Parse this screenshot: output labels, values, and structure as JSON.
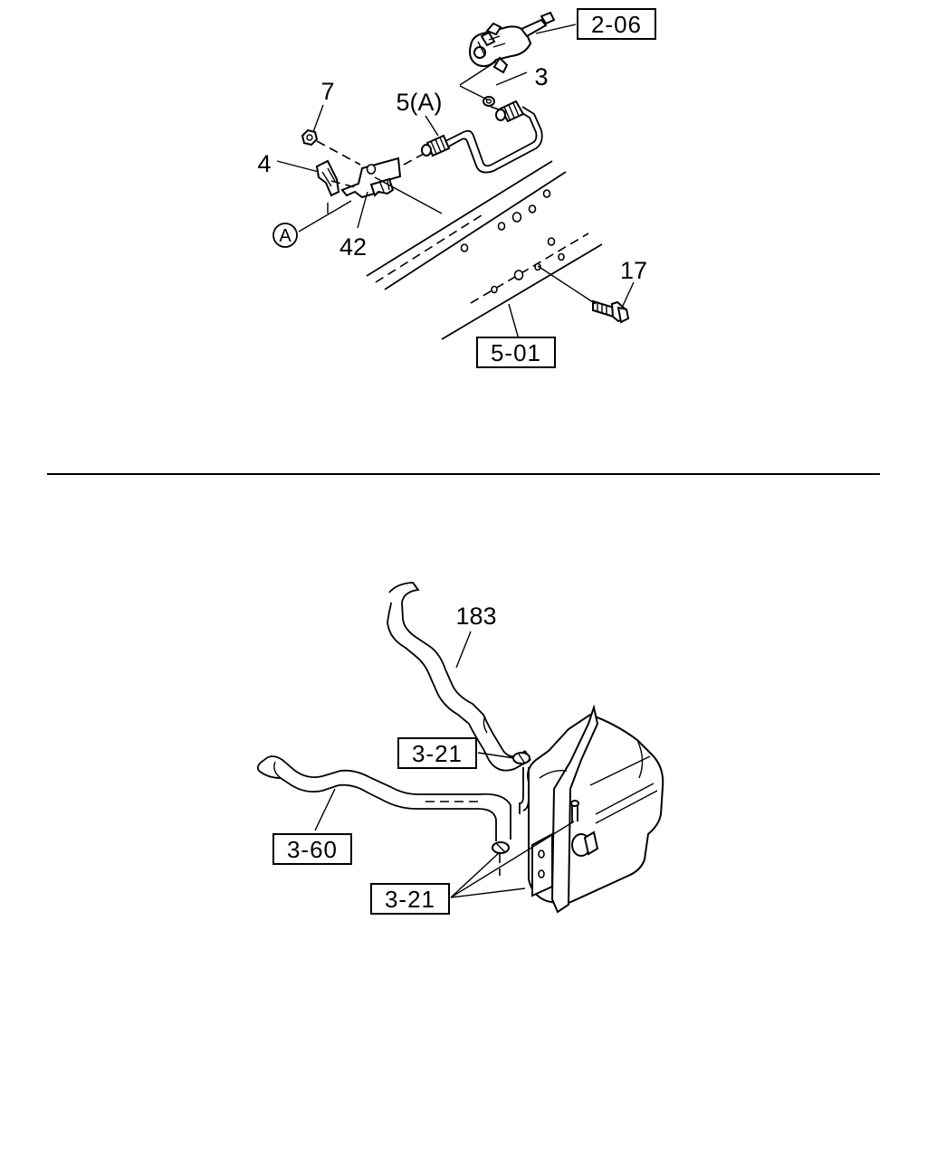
{
  "upper_diagram": {
    "callouts": {
      "ref_2_06": "2-06",
      "part_3": "3",
      "part_5a": "5(A)",
      "part_7": "7",
      "part_4": "4",
      "circle_a": "A",
      "part_42": "42",
      "part_17": "17",
      "ref_5_01": "5-01"
    }
  },
  "lower_diagram": {
    "callouts": {
      "part_183": "183",
      "ref_3_21_top": "3-21",
      "ref_3_60": "3-60",
      "ref_3_21_bottom": "3-21"
    }
  }
}
